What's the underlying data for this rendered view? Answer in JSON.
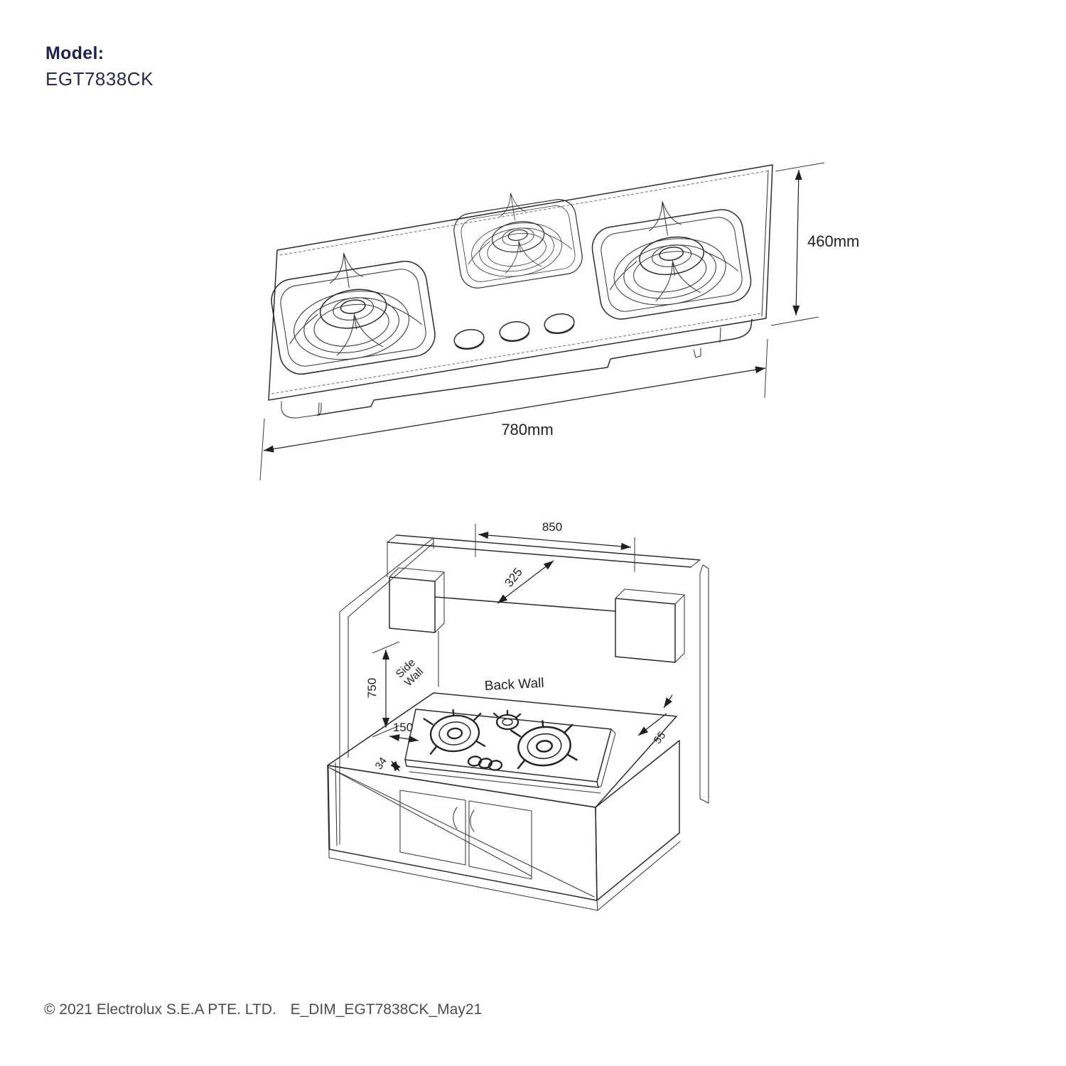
{
  "header": {
    "model_label": "Model:",
    "model_number": "EGT7838CK",
    "brand_color": "#1c2150"
  },
  "product_diagram": {
    "height_label": "460mm",
    "width_label": "780mm",
    "burner_count": 3,
    "knob_count": 3
  },
  "installation_diagram": {
    "side_wall_label": "Side Wall",
    "back_wall_label": "Back Wall",
    "dim_hood_width": "850",
    "dim_hood_depth": "325",
    "dim_wall_height": "750",
    "dim_side_clearance": "150",
    "dim_hob_thickness": "34",
    "dim_rear_gap": "55"
  },
  "footer": {
    "copyright": "© 2021 Electrolux S.E.A PTE. LTD.",
    "document_code": "E_DIM_EGT7838CK_May21"
  },
  "colors": {
    "line": "#2b2b2b",
    "dimension_text": "#1f1f1f",
    "footer_text": "#4c4c4c",
    "background": "#ffffff"
  }
}
